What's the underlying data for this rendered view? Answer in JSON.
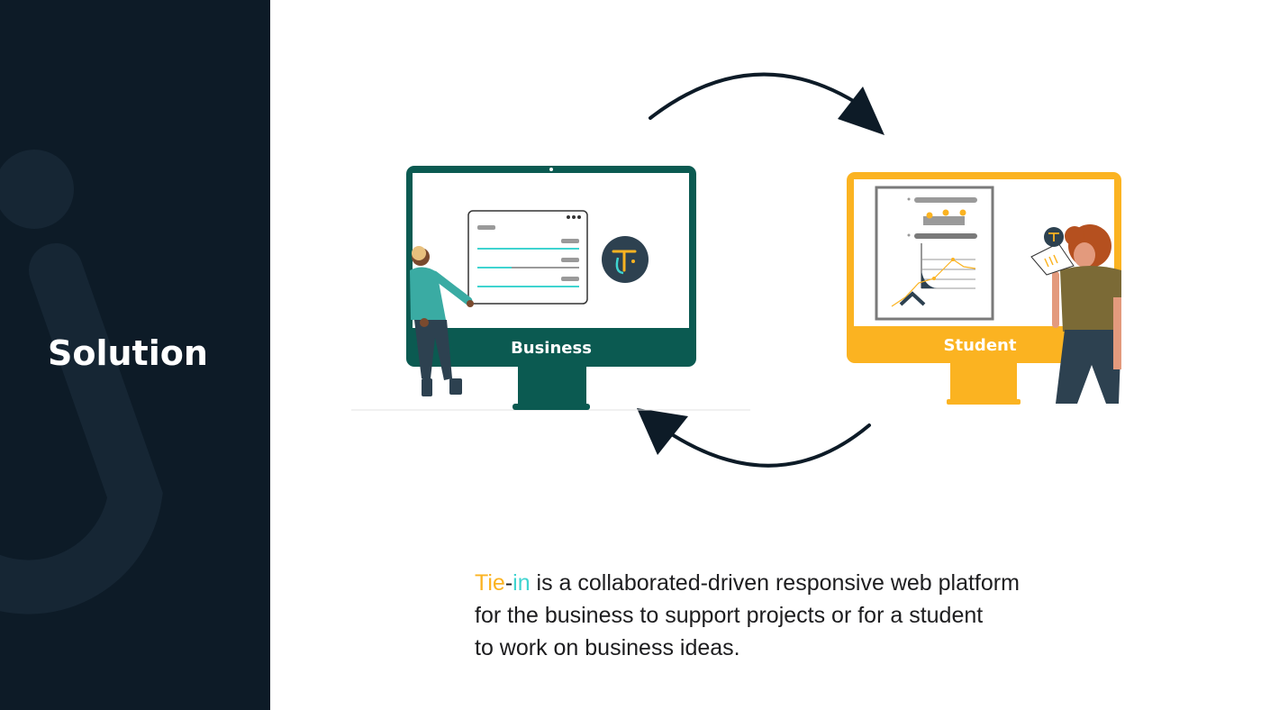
{
  "sidebar": {
    "title": "Solution"
  },
  "illustration": {
    "business_label": "Business",
    "student_label": "Student"
  },
  "description": {
    "brand_part1": "Tie",
    "brand_dash": "-",
    "brand_part2": "in",
    "line1_rest": " is a collaborated-driven responsive web platform",
    "line2": "for the business to support projects or for a student",
    "line3": "to work on business ideas."
  },
  "colors": {
    "sidebar_bg": "#0d1b27",
    "business_screen": "#0b5a51",
    "student_screen": "#fbb321",
    "brand_yellow": "#fbb321",
    "brand_teal": "#3fd4d0",
    "arrow": "#0d1b27"
  },
  "icons": [
    "tie-in-logo-icon",
    "cycle-arrow-icon"
  ]
}
